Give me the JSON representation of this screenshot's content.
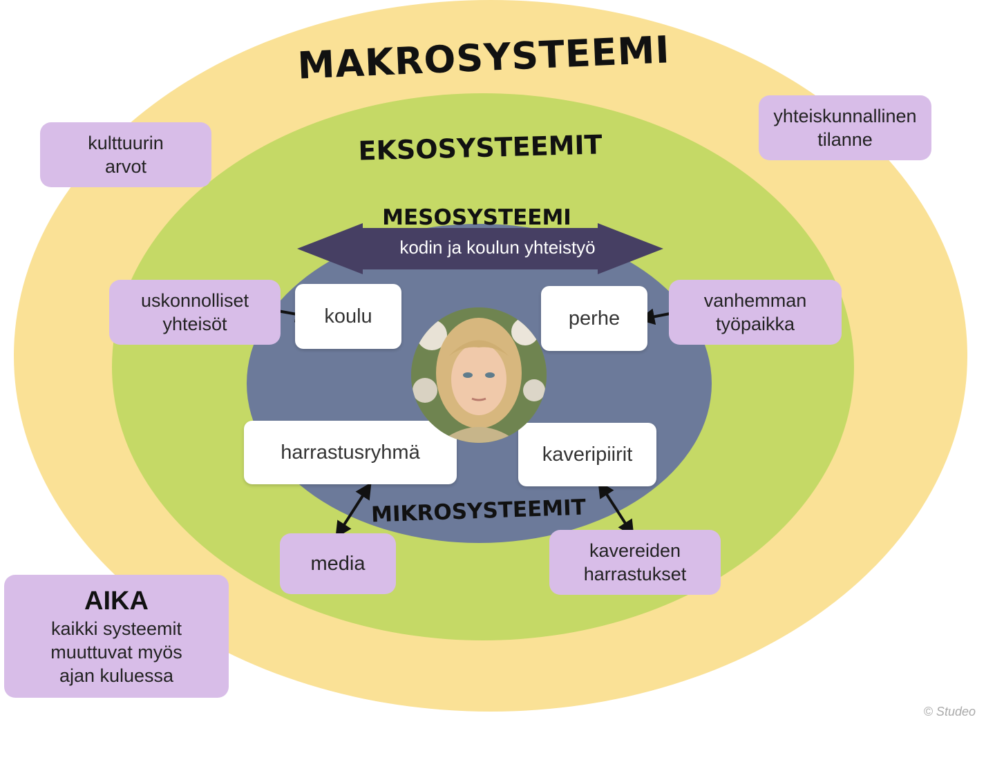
{
  "colors": {
    "macro": "#fae196",
    "exo": "#c5d966",
    "micro": "#6c7a9a",
    "meso_arrow": "#463f63",
    "purple_box": "#d8bde8",
    "white_box": "#ffffff"
  },
  "systems": {
    "makro": "MAKROSYSTEEMI",
    "ekso": "EKSOSYSTEEMIT",
    "meso": "MESOSYSTEEMI",
    "meso_sub": "kodin ja koulun yhteistyö",
    "mikro": "MIKROSYSTEEMIT"
  },
  "macro_boxes": {
    "culture": [
      "kulttuurin",
      "arvot"
    ],
    "society": [
      "yhteiskunnallinen",
      "tilanne"
    ]
  },
  "exo_boxes": {
    "religious": [
      "uskonnolliset",
      "yhteisöt"
    ],
    "parent_work": [
      "vanhemman",
      "työpaikka"
    ],
    "media": [
      "media"
    ],
    "friends_hobbies": [
      "kavereiden",
      "harrastukset"
    ]
  },
  "micro_boxes": {
    "school": "koulu",
    "family": "perhe",
    "hobby_group": "harrastusryhmä",
    "friends": "kaveripiirit"
  },
  "time_box": {
    "title": "AIKA",
    "lines": [
      "kaikki systeemit",
      "muuttuvat myös",
      "ajan kuluessa"
    ]
  },
  "copyright": "© Studeo"
}
